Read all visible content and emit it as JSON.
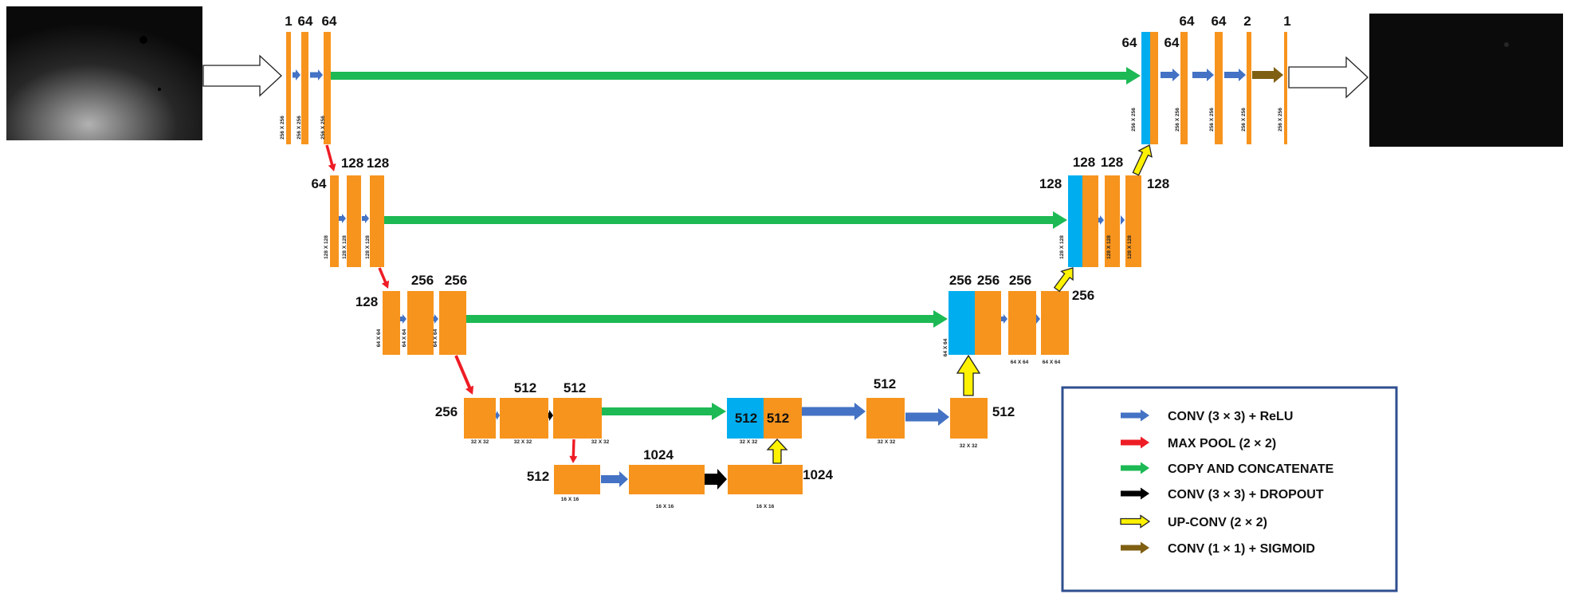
{
  "colors": {
    "block": "#F7941D",
    "concat_block": "#00AEEF",
    "conv": "#4472C4",
    "maxpool": "#EE1C25",
    "copy": "#1DB954",
    "dropout": "#000000",
    "upconv": "#FFF200",
    "sigmoid": "#7F5F12",
    "legend_border": "#2F4F8F"
  },
  "images": {
    "input": "input-microscopy-image",
    "output": "output-segmentation-mask"
  },
  "labels": {
    "l1_in": "1",
    "l1_a": "64",
    "l1_b": "64",
    "l1_dec_concat": "64",
    "l1_dec_a": "64",
    "l1_dec_b": "64",
    "l1_dec_c": "64",
    "l1_dec_d": "2",
    "l1_dec_e": "1",
    "l2_in": "64",
    "l2_a": "128",
    "l2_b": "128",
    "l2_dec_concat": "128",
    "l2_dec_a": "128",
    "l2_dec_b": "128",
    "l2_dec_c": "128",
    "l3_in": "128",
    "l3_a": "256",
    "l3_b": "256",
    "l3_dec_concat": "256",
    "l3_dec_a": "256",
    "l3_dec_b": "256",
    "l3_dec_c": "256",
    "l4_in": "256",
    "l4_a": "512",
    "l4_b": "512",
    "l4_dec_concat": "512",
    "l4_dec_a": "512",
    "l4_dec_b": "512",
    "l4_dec_c": "512",
    "l5_in": "512",
    "l5_a": "1024",
    "l5_b": "1024"
  },
  "dims": {
    "l1": "256 X 256",
    "l2": "128 X 128",
    "l3": "64 X 64",
    "l4": "32 X 32",
    "l5": "16 X 16"
  },
  "legend": [
    {
      "color": "#4472C4",
      "label": "CONV (3 × 3) + ReLU"
    },
    {
      "color": "#EE1C25",
      "label": "MAX POOL (2 × 2)"
    },
    {
      "color": "#1DB954",
      "label": "COPY AND CONCATENATE"
    },
    {
      "color": "#000000",
      "label": "CONV (3 × 3) + DROPOUT"
    },
    {
      "color": "#FFF200",
      "label": "UP-CONV (2 × 2)"
    },
    {
      "color": "#7F5F12",
      "label": "CONV (1 × 1) + SIGMOID"
    }
  ]
}
